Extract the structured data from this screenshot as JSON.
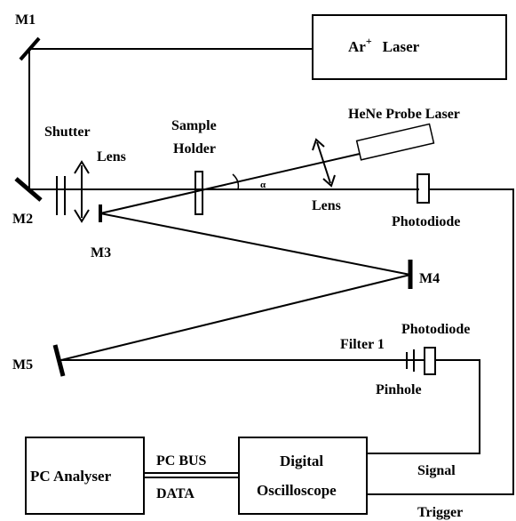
{
  "labels": {
    "m1": "M1",
    "m2": "M2",
    "m3": "M3",
    "m4": "M4",
    "m5": "M5",
    "ar_laser_main": "Ar",
    "ar_laser_sup": "+",
    "ar_laser_tail": "Laser",
    "shutter": "Shutter",
    "lens_left": "Lens",
    "sample_holder_line1": "Sample",
    "sample_holder_line2": "Holder",
    "alpha": "α",
    "hene_probe_laser": "HeNe  Probe Laser",
    "lens_right": "Lens",
    "photodiode_top": "Photodiode",
    "photodiode_bottom": "Photodiode",
    "filter": "Filter 1",
    "pinhole": "Pinhole",
    "pc_analyser": "PC Analyser",
    "pc_bus": "PC BUS",
    "data": "DATA",
    "osc_line1": "Digital",
    "osc_line2": "Oscilloscope",
    "signal": "Signal",
    "trigger": "Trigger"
  }
}
